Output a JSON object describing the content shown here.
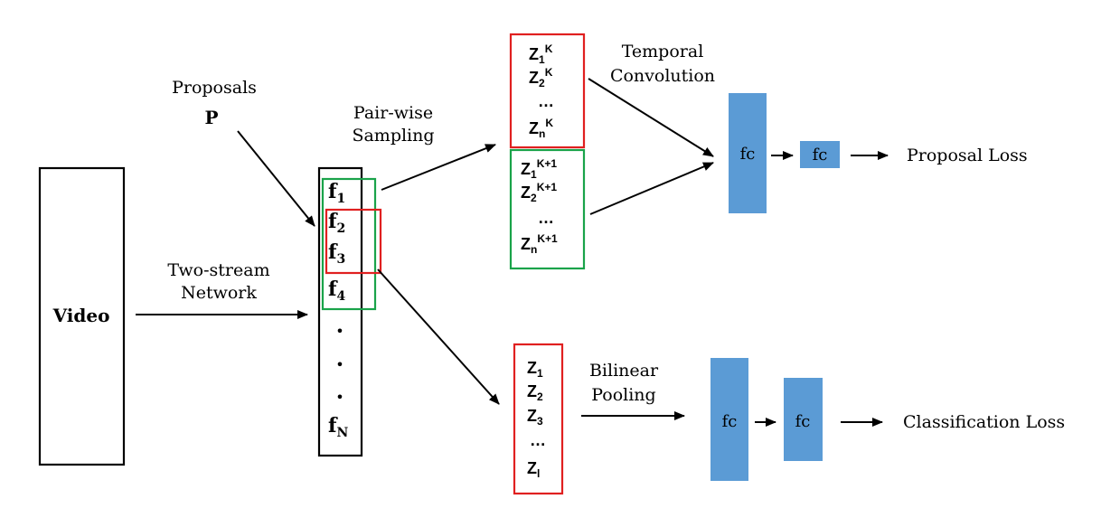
{
  "labels": {
    "video": "Video",
    "two_stream_1": "Two-stream",
    "two_stream_2": "Network",
    "proposals": "Proposals",
    "proposals_symbol": "P",
    "pairwise_1": "Pair-wise",
    "pairwise_2": "Sampling",
    "temporal_1": "Temporal",
    "temporal_2": "Convolution",
    "bilinear_1": "Bilinear",
    "bilinear_2": "Pooling",
    "proposal_loss": "Proposal Loss",
    "classification_loss": "Classification Loss",
    "fc": "fc"
  },
  "features": {
    "items": [
      {
        "base": "f",
        "sub": "1"
      },
      {
        "base": "f",
        "sub": "2"
      },
      {
        "base": "f",
        "sub": "3"
      },
      {
        "base": "f",
        "sub": "4"
      },
      {
        "base": "f",
        "sub": "N"
      }
    ],
    "dot": "•"
  },
  "set_k": {
    "items": [
      {
        "base": "Z",
        "sub": "1",
        "sup": "K"
      },
      {
        "base": "Z",
        "sub": "2",
        "sup": "K"
      },
      {
        "base": "Z",
        "sub": "n",
        "sup": "K"
      }
    ],
    "ellipsis": "…"
  },
  "set_k1": {
    "items": [
      {
        "base": "Z",
        "sub": "1",
        "sup": "K+1"
      },
      {
        "base": "Z",
        "sub": "2",
        "sup": "K+1"
      },
      {
        "base": "Z",
        "sub": "n",
        "sup": "K+1"
      }
    ],
    "ellipsis": "…"
  },
  "set_z": {
    "items": [
      {
        "base": "Z",
        "sub": "1"
      },
      {
        "base": "Z",
        "sub": "2"
      },
      {
        "base": "Z",
        "sub": "3"
      },
      {
        "base": "Z",
        "sub": "l"
      }
    ],
    "ellipsis": "…"
  },
  "colors": {
    "red": "#e02020",
    "green": "#1aa34a",
    "black": "#000000",
    "fc_blue": "#5b9bd5"
  }
}
